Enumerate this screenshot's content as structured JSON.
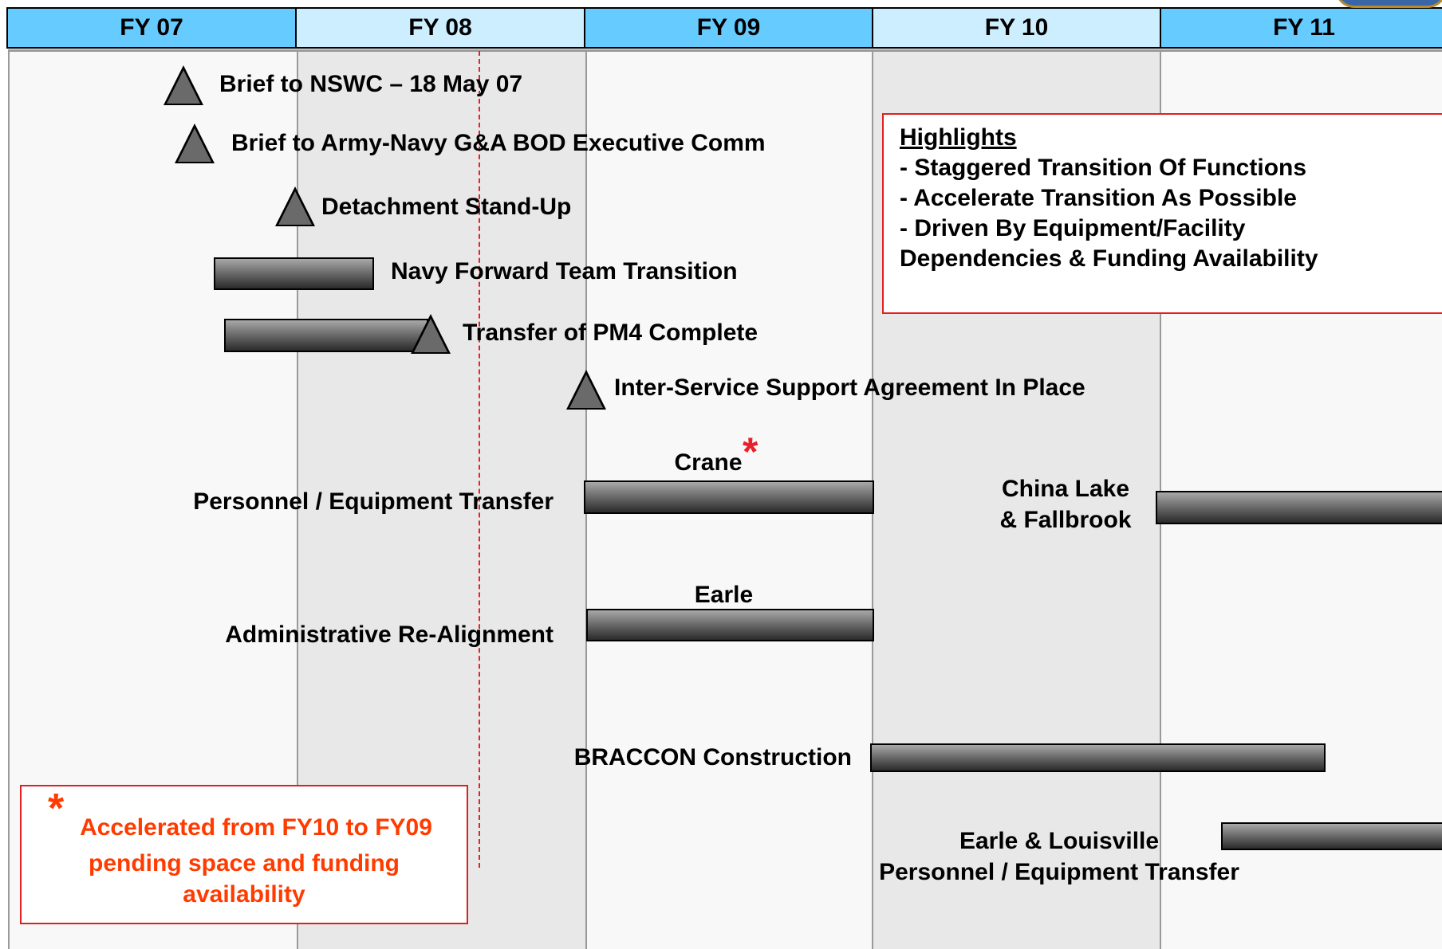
{
  "header": {
    "years": [
      "FY 07",
      "FY 08",
      "FY 09",
      "FY 10",
      "FY 11"
    ]
  },
  "milestones": {
    "brief_nswc": "Brief to NSWC – 18 May 07",
    "brief_army_navy": "Brief to Army-Navy G&A BOD Executive Comm",
    "detachment": "Detachment Stand-Up",
    "navy_forward": "Navy Forward Team Transition",
    "pm4": "Transfer of PM4 Complete",
    "issa": "Inter-Service Support Agreement In Place"
  },
  "rows": {
    "personnel_equipment": "Personnel / Equipment Transfer",
    "crane": "Crane",
    "china_lake_1": "China Lake",
    "china_lake_2": "& Fallbrook",
    "admin_realignment": "Administrative Re-Alignment",
    "earle": "Earle",
    "braccon": "BRACCON Construction",
    "earle_louisville_1": "Earle & Louisville",
    "earle_louisville_2": "Personnel / Equipment Transfer"
  },
  "highlights": {
    "title": "Highlights",
    "line1": "- Staggered Transition Of Functions",
    "line2": "- Accelerate Transition As Possible",
    "line3": "- Driven By Equipment/Facility",
    "line4": "Dependencies & Funding Availability"
  },
  "note": {
    "star": "*",
    "line1": "Accelerated from FY10 to FY09",
    "line2": "pending space and funding",
    "line3": "availability"
  },
  "colors": {
    "header_fill_bright": "#66ccff",
    "header_fill_light": "#cceeff",
    "accent_red": "#e8202a",
    "note_text": "#ff3b00"
  }
}
